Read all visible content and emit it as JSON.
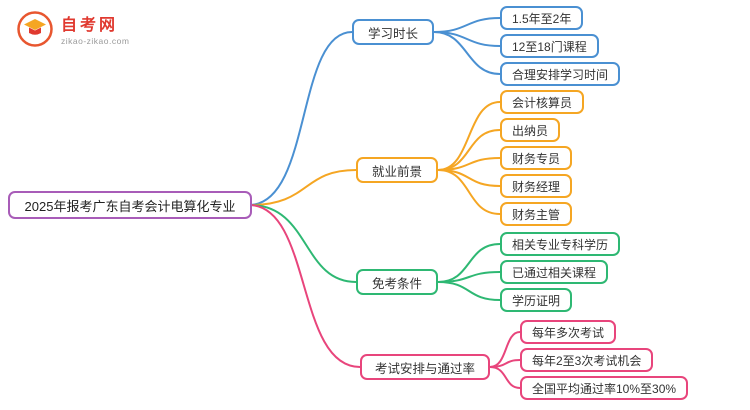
{
  "logo": {
    "site_name": "自考网",
    "site_url": "zikao-zikao.com",
    "brand_red": "#e0392f",
    "brand_orange": "#f5a623"
  },
  "root": {
    "label": "2025年报考广东自考会计电算化专业",
    "color": "#a85cb8"
  },
  "branches": [
    {
      "id": "study-duration",
      "label": "学习时长",
      "color": "#4a90d2",
      "children": [
        "1.5年至2年",
        "12至18门课程",
        "合理安排学习时间"
      ]
    },
    {
      "id": "career-prospects",
      "label": "就业前景",
      "color": "#f5a623",
      "children": [
        "会计核算员",
        "出纳员",
        "财务专员",
        "财务经理",
        "财务主管"
      ]
    },
    {
      "id": "exemption-conditions",
      "label": "免考条件",
      "color": "#2eb873",
      "children": [
        "相关专业专科学历",
        "已通过相关课程",
        "学历证明"
      ]
    },
    {
      "id": "exam-schedule-pass-rate",
      "label": "考试安排与通过率",
      "color": "#e8457c",
      "children": [
        "每年多次考试",
        "每年2至3次考试机会",
        "全国平均通过率10%至30%"
      ]
    }
  ]
}
